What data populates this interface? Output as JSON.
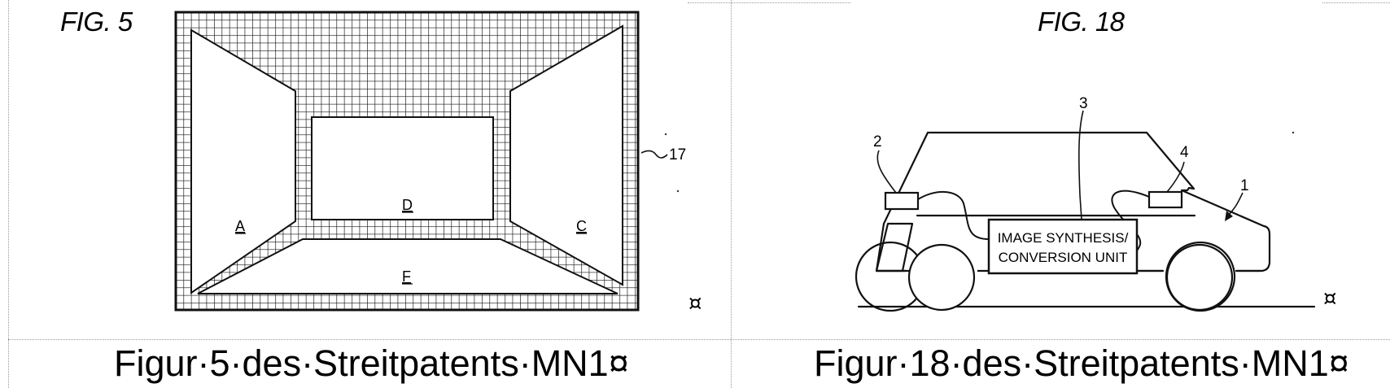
{
  "left_figure": {
    "title": "FIG. 5",
    "reference_number": "17",
    "regions": {
      "a": "A",
      "c": "C",
      "d": "D",
      "f": "F"
    },
    "paragraph_mark": "¤",
    "caption": "Figur·5·des·Streitpatents·MN1¤"
  },
  "right_figure": {
    "title": "FIG. 18",
    "unit_label": {
      "line1": "IMAGE SYNTHESIS/",
      "line2": "CONVERSION UNIT"
    },
    "reference_numbers": {
      "vehicle": "1",
      "camera_rear": "2",
      "unit": "3",
      "camera_front": "4"
    },
    "paragraph_mark": "¤",
    "caption": "Figur·18·des·Streitpatents·MN1¤"
  }
}
